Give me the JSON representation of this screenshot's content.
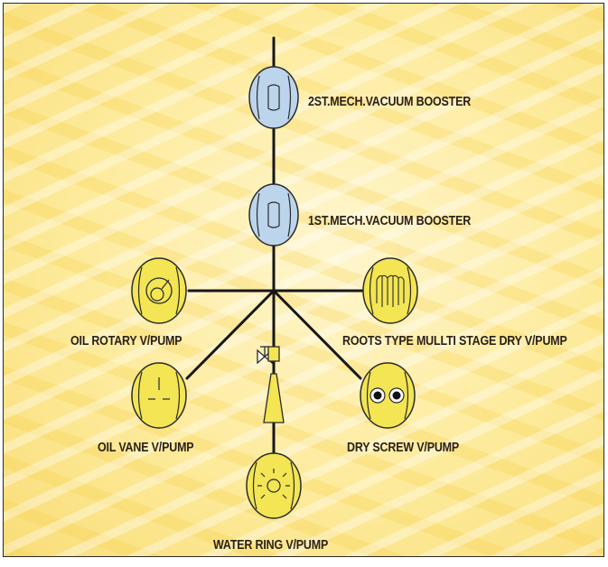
{
  "labels": {
    "booster2": "2ST.MECH.VACUUM BOOSTER",
    "booster1": "1ST.MECH.VACUUM BOOSTER",
    "oil_rotary": "OIL ROTARY V/PUMP",
    "roots_dry": "ROOTS TYPE MULLTI STAGE DRY V/PUMP",
    "oil_vane": "OIL VANE V/PUMP",
    "dry_screw": "DRY SCREW V/PUMP",
    "water_ring": "WATER RING V/PUMP"
  },
  "colors": {
    "booster_fill": "#bcd5ec",
    "pump_fill": "#f3e553",
    "line": "#161616",
    "label_text": "#2b2018"
  },
  "icons": {
    "booster": "booster-icon",
    "oil_rotary": "oil-rotary-pump-icon",
    "roots_dry": "roots-pump-icon",
    "oil_vane": "oil-vane-pump-icon",
    "dry_screw": "dry-screw-pump-icon",
    "water_ring": "water-ring-pump-icon",
    "valve": "valve-icon",
    "ejector": "ejector-icon"
  }
}
